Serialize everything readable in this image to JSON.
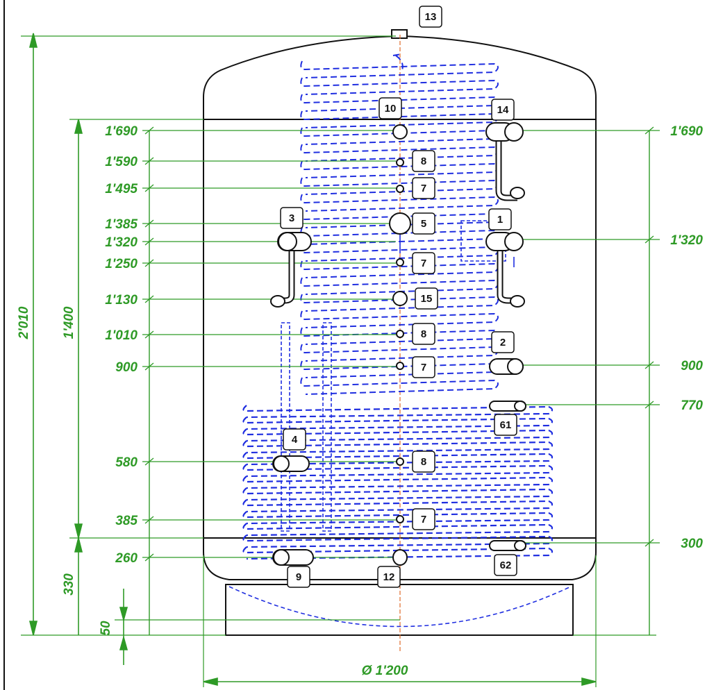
{
  "drawing": {
    "overall_height": "2'010",
    "shell_height": "1'400",
    "base_height": "330",
    "foot_height": "50",
    "diameter": "Ø 1'200",
    "left_heights": [
      "1'690",
      "1'590",
      "1'495",
      "1'385",
      "1'320",
      "1'250",
      "1'130",
      "1'010",
      "900",
      "580",
      "385",
      "260"
    ],
    "right_heights": [
      "1'690",
      "1'320",
      "900",
      "770",
      "300"
    ],
    "tags": [
      "13",
      "10",
      "14",
      "8",
      "7",
      "5",
      "3",
      "1",
      "7",
      "15",
      "8",
      "2",
      "7",
      "61",
      "4",
      "8",
      "7",
      "9",
      "12",
      "62"
    ]
  },
  "colors": {
    "dimension": "#2e9a26",
    "coil": "#1f2ee0",
    "outline": "#111111",
    "centerline": "#e06a2a"
  }
}
